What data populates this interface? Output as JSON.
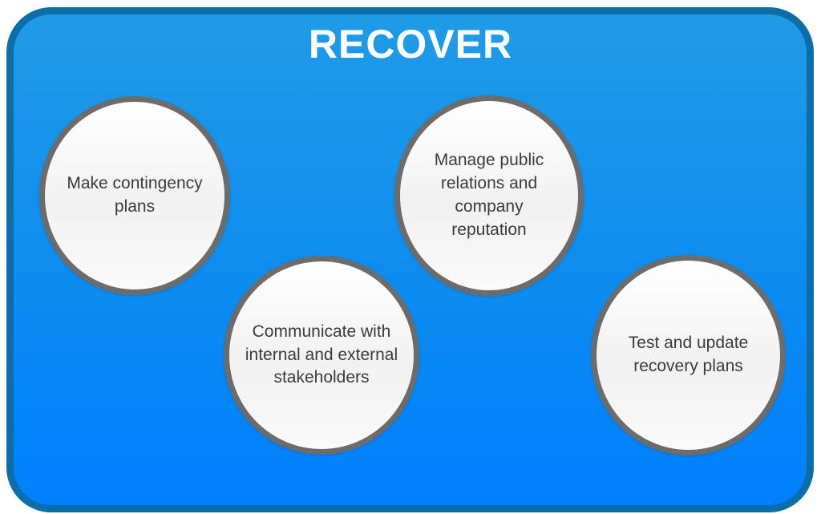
{
  "title": "RECOVER",
  "colors": {
    "card_gradient_top": "#209be6",
    "card_gradient_mid": "#0d8cf0",
    "card_gradient_bottom": "#0080ff",
    "card_border": "#0c6da9",
    "circle_border": "#6c6c6c",
    "circle_fill_top": "#ffffff",
    "circle_fill_mid": "#f1f1f1",
    "circle_fill_bottom": "#fafafa",
    "title_color": "#ffffff",
    "label_color": "#3b3b3b",
    "page_bg": "#ffffff"
  },
  "circles": [
    {
      "label": "Make contingency\nplans"
    },
    {
      "label": "Manage public\nrelations and\ncompany\nreputation"
    },
    {
      "label": "Communicate with\ninternal and external\nstakeholders"
    },
    {
      "label": "Test and update\nrecovery plans"
    }
  ]
}
